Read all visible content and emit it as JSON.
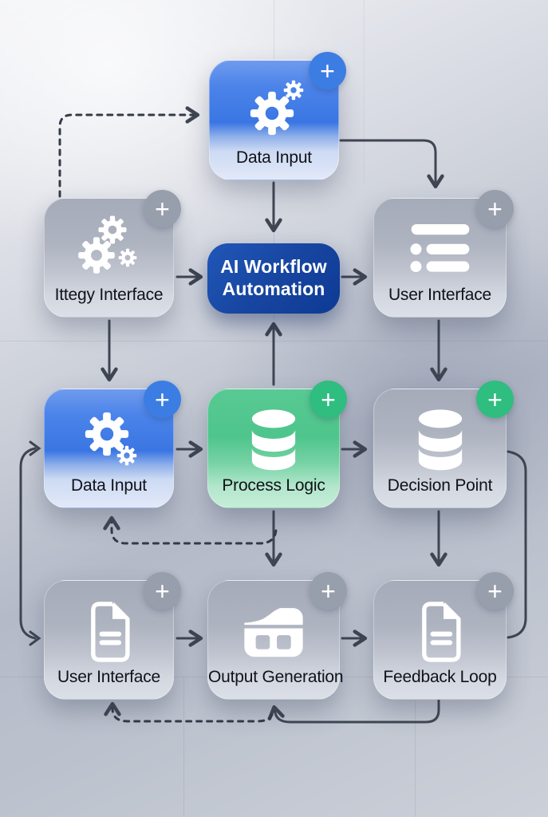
{
  "diagram": {
    "badge_symbol": "+",
    "center_title": "AI Workflow Automation",
    "nodes": [
      {
        "id": "data-input-top",
        "label": "Data Input",
        "icon": "gear-icon",
        "style": "blue",
        "badge": "blue"
      },
      {
        "id": "ittegy-interface",
        "label": "Ittegy Interface",
        "icon": "gears-icon",
        "style": "gray",
        "badge": "gray"
      },
      {
        "id": "ai-workflow",
        "label": "AI Workflow Automation",
        "icon": null,
        "style": "dark-blue",
        "badge": null
      },
      {
        "id": "user-interface-top",
        "label": "User Interface",
        "icon": "list-icon",
        "style": "gray",
        "badge": "gray"
      },
      {
        "id": "data-input-mid",
        "label": "Data Input",
        "icon": "gear-icon",
        "style": "blue",
        "badge": "blue"
      },
      {
        "id": "process-logic",
        "label": "Process Logic",
        "icon": "database-icon",
        "style": "green",
        "badge": "green"
      },
      {
        "id": "decision-point",
        "label": "Decision Point",
        "icon": "database-icon",
        "style": "gray",
        "badge": "green"
      },
      {
        "id": "user-interface-bottom",
        "label": "User Interface",
        "icon": "document-icon",
        "style": "gray",
        "badge": "gray"
      },
      {
        "id": "output-generation",
        "label": "Output Generation",
        "icon": "folder-icon",
        "style": "gray",
        "badge": "gray"
      },
      {
        "id": "feedback-loop",
        "label": "Feedback Loop",
        "icon": "document-icon",
        "style": "gray",
        "badge": "gray"
      }
    ],
    "edges": [
      {
        "from": "ittegy-interface",
        "to": "data-input-top",
        "style": "dashed"
      },
      {
        "from": "data-input-top",
        "to": "ai-workflow",
        "style": "solid"
      },
      {
        "from": "data-input-top",
        "to": "user-interface-top",
        "style": "solid"
      },
      {
        "from": "ittegy-interface",
        "to": "ai-workflow",
        "style": "solid"
      },
      {
        "from": "ai-workflow",
        "to": "user-interface-top",
        "style": "solid"
      },
      {
        "from": "ittegy-interface",
        "to": "data-input-mid",
        "style": "solid"
      },
      {
        "from": "user-interface-top",
        "to": "decision-point",
        "style": "solid"
      },
      {
        "from": "process-logic",
        "to": "ai-workflow",
        "style": "solid"
      },
      {
        "from": "data-input-mid",
        "to": "process-logic",
        "style": "solid"
      },
      {
        "from": "process-logic",
        "to": "decision-point",
        "style": "solid"
      },
      {
        "from": "process-logic",
        "to": "output-generation",
        "style": "solid"
      },
      {
        "from": "decision-point",
        "to": "feedback-loop",
        "style": "solid"
      },
      {
        "from": "process-logic",
        "to": "data-input-mid",
        "style": "dashed"
      },
      {
        "from": "user-interface-bottom",
        "to": "output-generation",
        "style": "solid"
      },
      {
        "from": "output-generation",
        "to": "feedback-loop",
        "style": "solid"
      },
      {
        "from": "feedback-loop",
        "to": "output-generation",
        "style": "solid-loop-bottom"
      },
      {
        "from": "output-generation",
        "to": "user-interface-bottom",
        "style": "dashed"
      },
      {
        "from": "decision-point",
        "to": "feedback-loop",
        "style": "solid-loop-right"
      },
      {
        "from": "data-input-mid",
        "to": "user-interface-bottom",
        "style": "solid-loop-left-bidirectional"
      }
    ],
    "colors": {
      "node_blue": "#3a76e3",
      "node_green": "#4ec58c",
      "node_gray": "#b2b7c3",
      "node_dark_blue": "#12419d",
      "badge_blue": "#3c7de4",
      "badge_gray": "#979eac",
      "badge_green": "#2fbd80",
      "arrow": "#3f4652",
      "label_text": "#101218",
      "center_text": "#ffffff"
    }
  }
}
